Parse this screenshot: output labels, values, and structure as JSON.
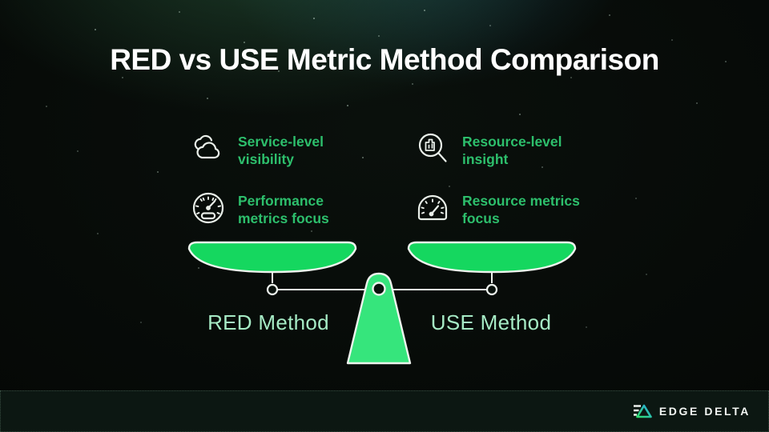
{
  "title": "RED vs USE Metric Method Comparison",
  "features": [
    {
      "icon": "clouds-icon",
      "label": "Service-level visibility"
    },
    {
      "icon": "magnifier-chart-icon",
      "label": "Resource-level insight"
    },
    {
      "icon": "speedometer-icon",
      "label": "Performance metrics focus"
    },
    {
      "icon": "gauge-icon",
      "label": "Resource metrics focus"
    }
  ],
  "scale": {
    "left_label": "RED Method",
    "right_label": "USE Method"
  },
  "footer": {
    "brand": "EDGE DELTA"
  },
  "colors": {
    "pan_green": "#15d75f",
    "fulcrum_green": "#36e57c",
    "feature_text_green": "#2dbf6c",
    "method_label_mint": "#a6ebc5",
    "icon_stroke": "#e9efe9",
    "title_white": "#ffffff",
    "logo_gradient_start": "#2ee06e",
    "logo_gradient_end": "#2aa7e0"
  }
}
